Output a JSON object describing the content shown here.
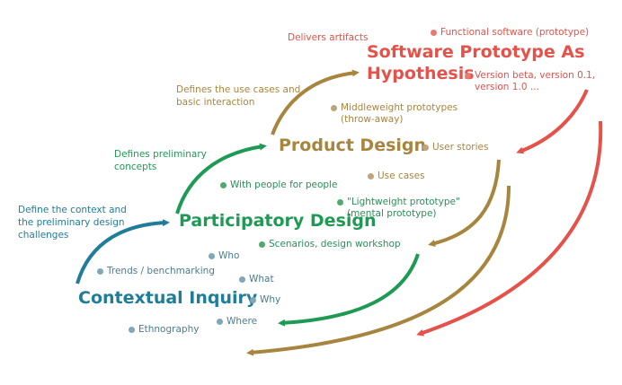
{
  "stages": {
    "contextual": "Contextual Inquiry",
    "participatory": "Participatory Design",
    "product": "Product Design",
    "prototype_line1": "Software Prototype As",
    "prototype_line2": "Hypothesis"
  },
  "arrow_labels": {
    "context_line1": "Define the context and",
    "context_line2": "the preliminary design",
    "context_line3": "challenges",
    "concepts_line1": "Defines preliminary",
    "concepts_line2": "concepts",
    "usecases_line1": "Defines the use cases and",
    "usecases_line2": "basic interaction",
    "artifacts": "Delivers artifacts"
  },
  "contextual_items": {
    "trends": "Trends / benchmarking",
    "ethnography": "Ethnography",
    "who": "Who",
    "what": "What",
    "why": "Why",
    "where": "Where"
  },
  "participatory_items": {
    "people": "With people for people",
    "lightweight_line1": "\"Lightweight prototype\"",
    "lightweight_line2": "(mental prototype)",
    "scenarios": "Scenarios, design workshop"
  },
  "product_items": {
    "middleweight_line1": "Middleweight  prototypes",
    "middleweight_line2": "(throw-away)",
    "user_stories": "User stories",
    "use_cases": "Use cases"
  },
  "prototype_items": {
    "functional": "Functional software (prototype)",
    "version_line1": "Version beta, version 0.1,",
    "version_line2": "version 1.0 ..."
  },
  "colors": {
    "blue": "#1f7d99",
    "green": "#1f9a55",
    "brown": "#a7853f",
    "red": "#e4524a"
  }
}
